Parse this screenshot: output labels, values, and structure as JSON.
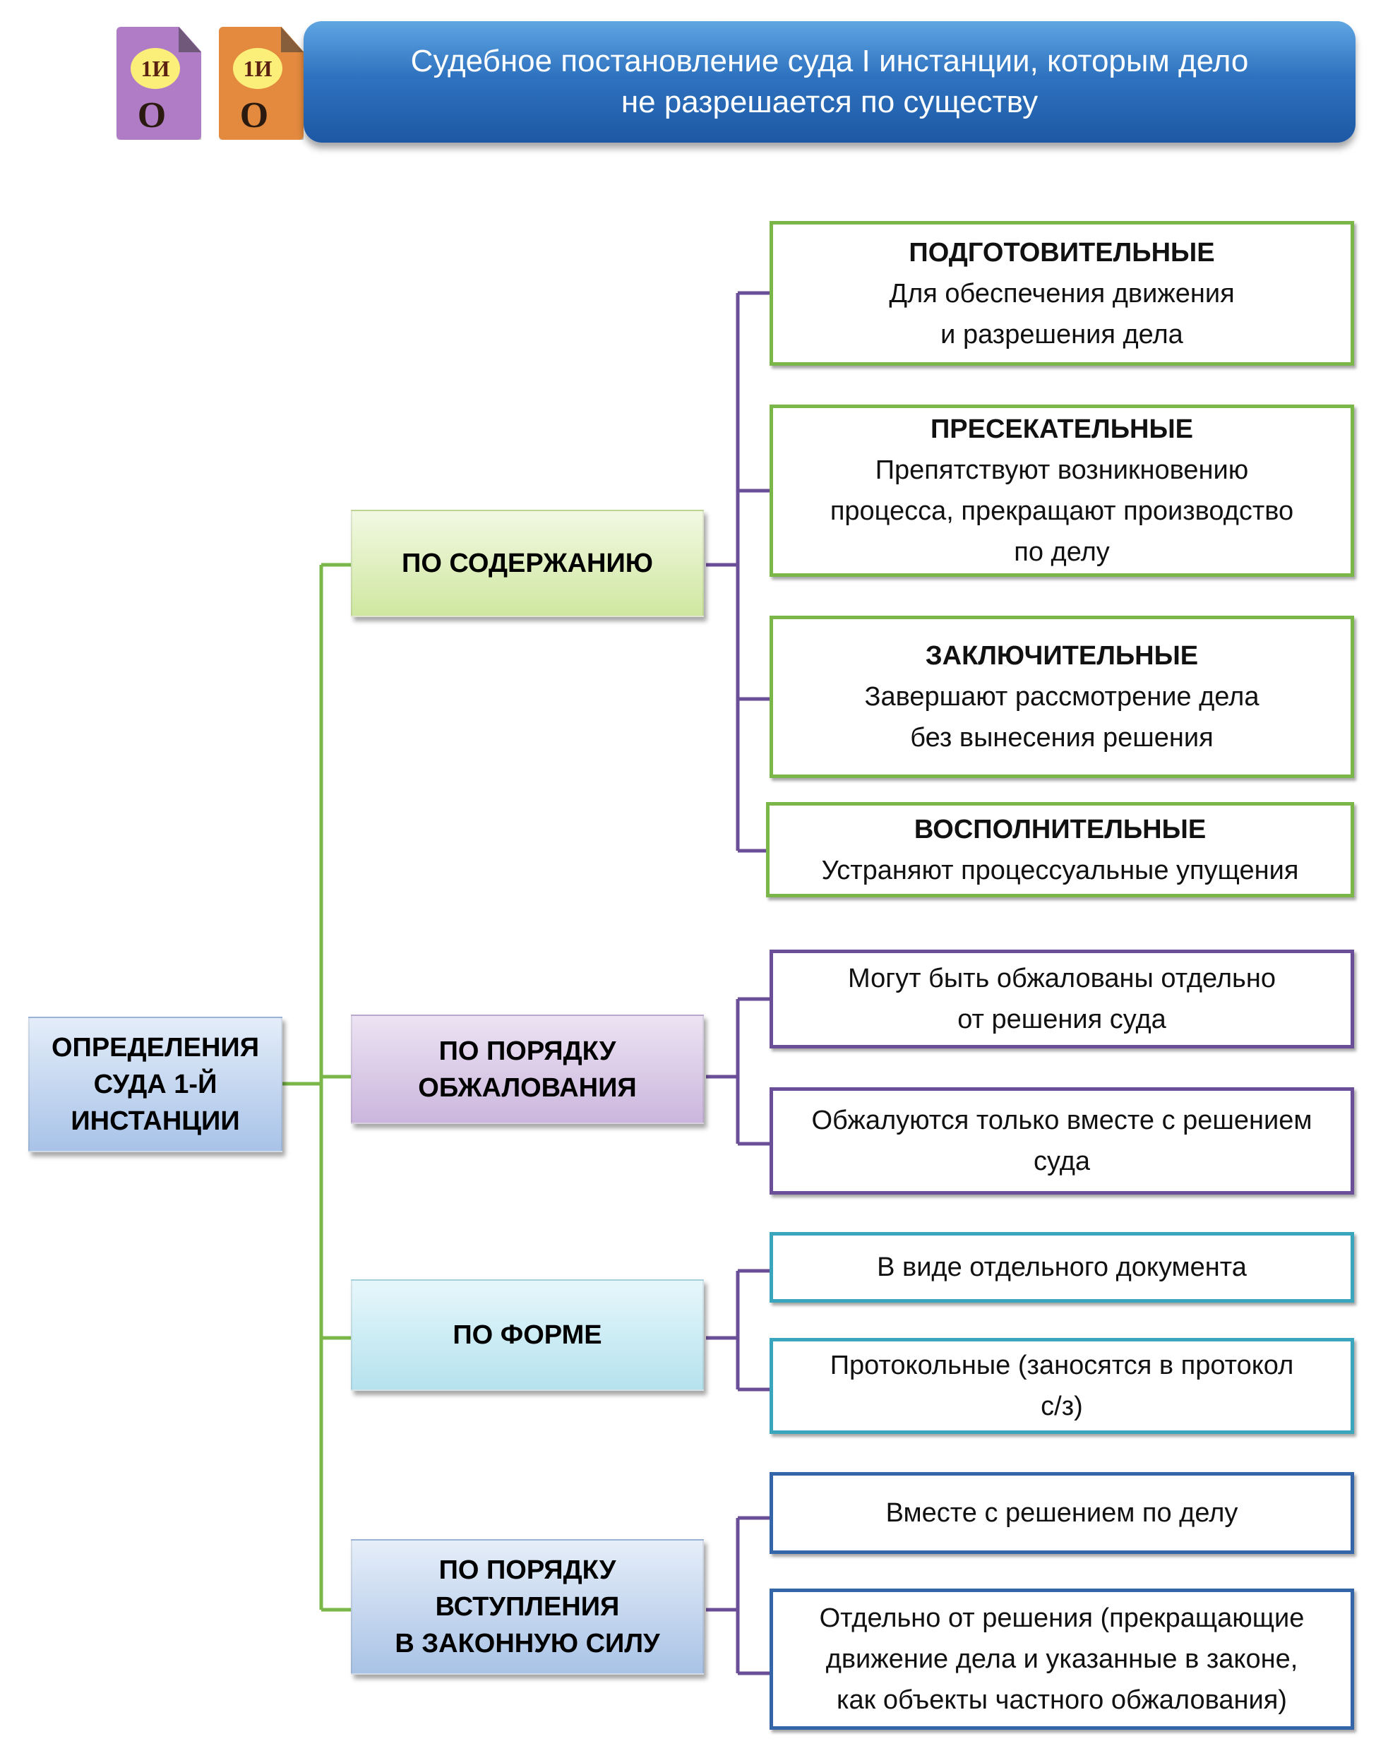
{
  "header": {
    "icons": [
      {
        "badge": "1И",
        "letter": "О",
        "color": "#b07cc6"
      },
      {
        "badge": "1И",
        "letter": "О",
        "color": "#e38a3e"
      }
    ],
    "title_line1": "Судебное постановление суда I инстанции, которым дело",
    "title_line2": "не разрешается по существу"
  },
  "root": {
    "line1": "ОПРЕДЕЛЕНИЯ",
    "line2": "СУДА 1-Й",
    "line3": "ИНСТАНЦИИ"
  },
  "groups": {
    "content": {
      "label": "ПО СОДЕРЖАНИЮ",
      "items": [
        {
          "title": "ПОДГОТОВИТЕЛЬНЫЕ",
          "line1": "Для обеспечения движения",
          "line2": "и разрешения дела"
        },
        {
          "title": "ПРЕСЕКАТЕЛЬНЫЕ",
          "line1": "Препятствуют возникновению",
          "line2": "процесса, прекращают производство",
          "line3": "по делу"
        },
        {
          "title": "ЗАКЛЮЧИТЕЛЬНЫЕ",
          "line1": "Завершают рассмотрение дела",
          "line2": "без вынесения решения"
        },
        {
          "title": "ВОСПОЛНИТЕЛЬНЫЕ",
          "line1": "Устраняют процессуальные упущения"
        }
      ]
    },
    "appeal": {
      "line1": "ПО ПОРЯДКУ",
      "line2": "ОБЖАЛОВАНИЯ",
      "items": [
        {
          "line1": "Могут быть обжалованы отдельно",
          "line2": "от решения суда"
        },
        {
          "line1": "Обжалуются только вместе с решением",
          "line2": "суда"
        }
      ]
    },
    "form": {
      "label": "ПО ФОРМЕ",
      "items": [
        {
          "line1": "В виде отдельного документа"
        },
        {
          "line1": "Протокольные (заносятся в протокол",
          "line2": "с/з)"
        }
      ]
    },
    "force": {
      "line1": "ПО ПОРЯДКУ",
      "line2": "ВСТУПЛЕНИЯ",
      "line3": "В ЗАКОННУЮ СИЛУ",
      "items": [
        {
          "line1": "Вместе с решением по делу"
        },
        {
          "line1": "Отдельно от решения (прекращающие",
          "line2": "движение дела и указанные в законе,",
          "line3": "как объекты частного обжалования)"
        }
      ]
    }
  },
  "colors": {
    "green": "#7ab648",
    "purple": "#6b4e98",
    "teal": "#3aa6bd",
    "blue": "#3465a8",
    "header": "#2f73c0"
  }
}
